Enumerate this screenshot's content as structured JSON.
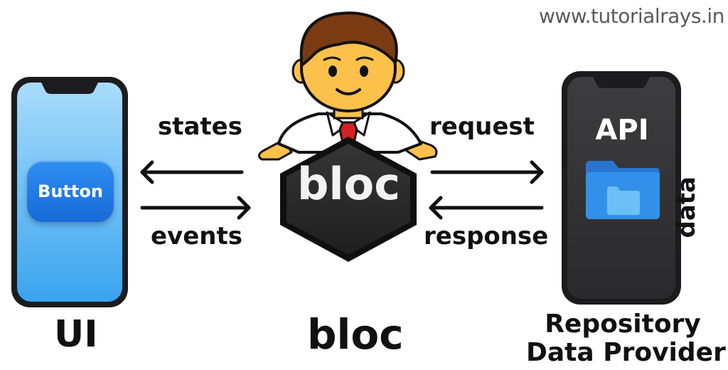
{
  "watermark": "www.tutorialrays.in",
  "ui": {
    "button_label": "Button",
    "caption": "UI"
  },
  "bloc": {
    "badge_label": "bloc",
    "caption": "bloc"
  },
  "left_flow": {
    "top_label": "states",
    "bottom_label": "events"
  },
  "right_flow": {
    "top_label": "request",
    "bottom_label": "response"
  },
  "repository": {
    "api_label": "API",
    "side_label": "data",
    "caption_line1": "Repository",
    "caption_line2": "Data Provider"
  },
  "colors": {
    "ui_screen_top": "#a8dcfb",
    "ui_screen_bottom": "#3aa6f0",
    "ui_button": "#1f78e2",
    "phone_frame": "#1c1c1e",
    "repo_screen": "#3a3a3c",
    "folder": "#2f86e6",
    "hexagon": "#2b2b2b",
    "skin": "#fcc14a",
    "hair": "#7a3b12",
    "tie": "#d42020"
  }
}
